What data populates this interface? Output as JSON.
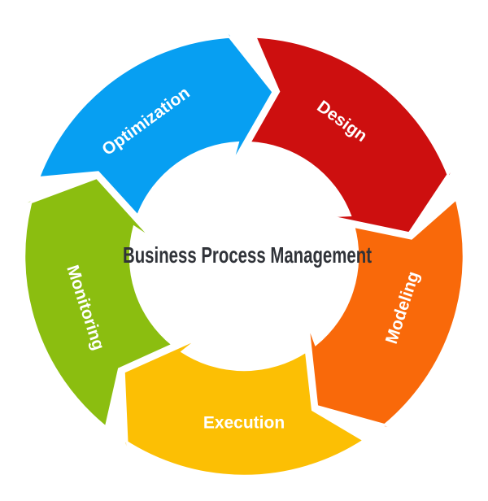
{
  "title": "Business Process Management",
  "diagram_type": "circular-process-cycle",
  "flow_direction": "clockwise",
  "colors": {
    "background": "#ffffff",
    "title_text": "#303339",
    "label_text": "#ffffff",
    "separator": "#ffffff"
  },
  "segments": [
    {
      "label": "Design",
      "color": "#cd0f0f"
    },
    {
      "label": "Modeling",
      "color": "#f9690a"
    },
    {
      "label": "Execution",
      "color": "#fcbf04"
    },
    {
      "label": "Monitoring",
      "color": "#8bbe10"
    },
    {
      "label": "Optimization",
      "color": "#079ff2"
    }
  ]
}
